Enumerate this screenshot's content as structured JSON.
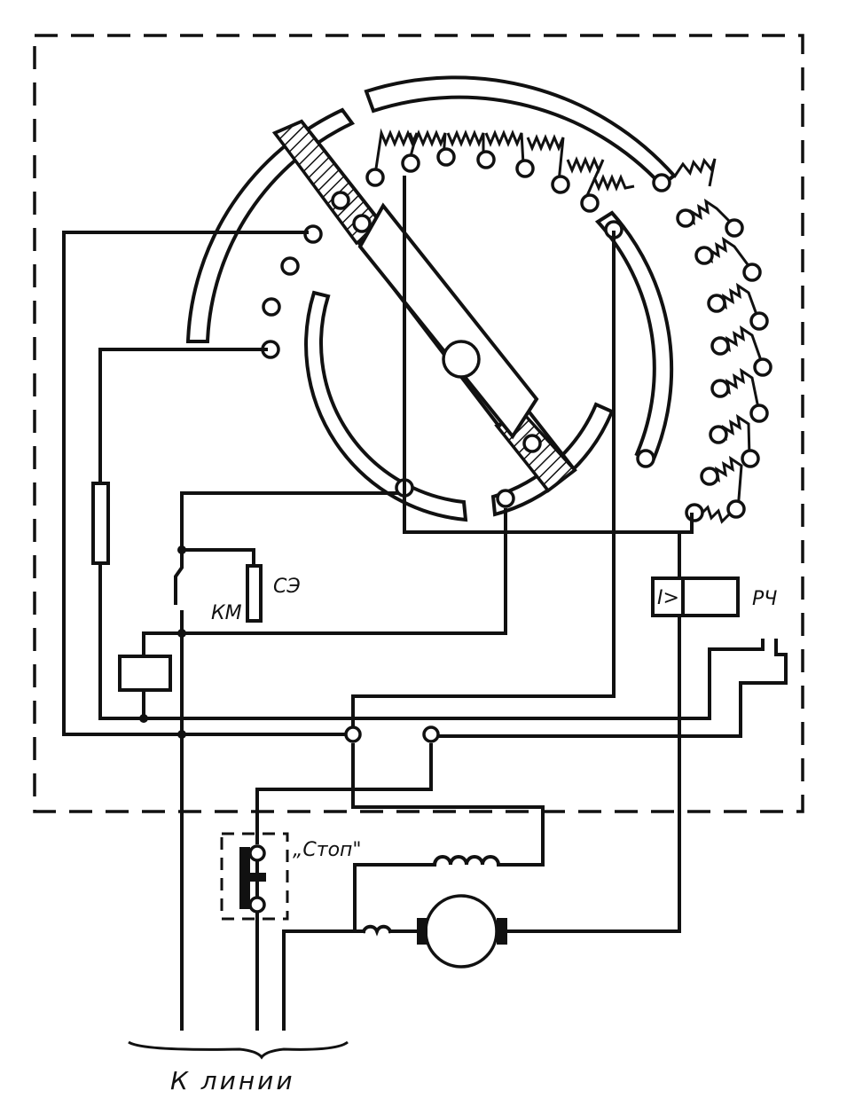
{
  "labels": {
    "km": "КМ",
    "se": "СЭ",
    "rch": "РЧ",
    "relay_symbol": "I>",
    "stop": "„Стоп\"",
    "line": "К линии"
  }
}
